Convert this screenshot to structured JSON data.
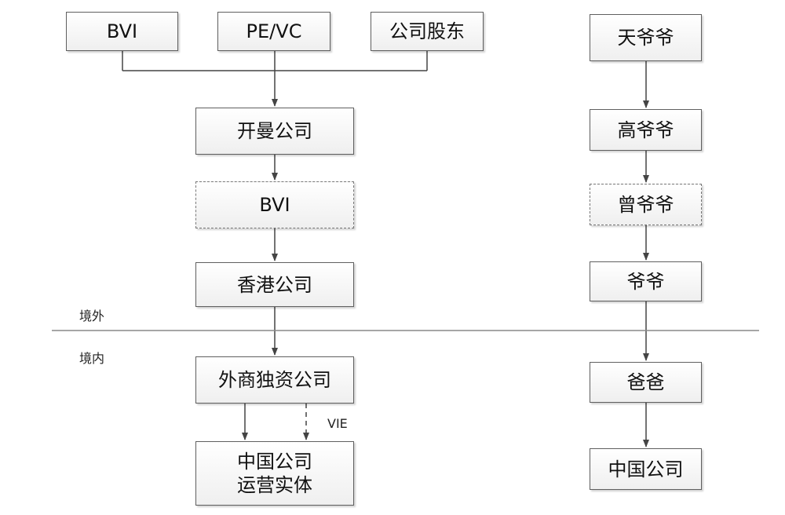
{
  "left_chain": {
    "top": [
      "BVI",
      "PE/VC",
      "公司股东"
    ],
    "kaiman": "开曼公司",
    "bvi": "BVI",
    "hongkong": "香港公司",
    "wofe": "外商独资公司",
    "china_line1": "中国公司",
    "china_line2": "运营实体",
    "vie_label": "VIE"
  },
  "right_chain": [
    "天爷爷",
    "高爷爷",
    "曾爷爷",
    "爷爷",
    "爸爸",
    "中国公司"
  ],
  "region": {
    "offshore": "境外",
    "onshore": "境内"
  }
}
